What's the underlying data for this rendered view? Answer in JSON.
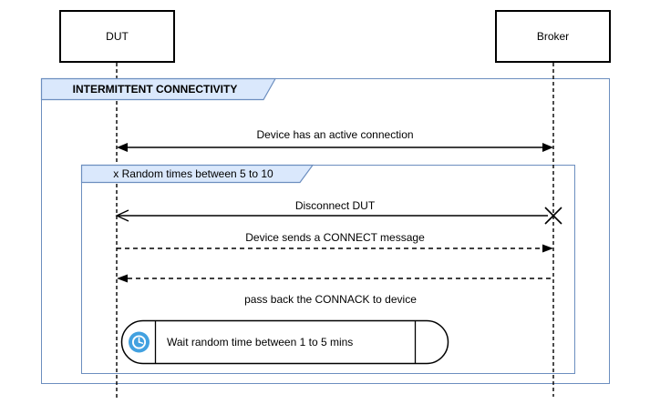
{
  "diagram": {
    "type": "uml-sequence",
    "actors": {
      "dut": "DUT",
      "broker": "Broker"
    },
    "frames": {
      "outer": {
        "label": "INTERMITTENT CONNECTIVITY"
      },
      "loop": {
        "label": "x Random times between 5 to 10"
      }
    },
    "messages": {
      "active_connection": {
        "label": "Device has an active connection",
        "style": "solid-bidirectional"
      },
      "disconnect": {
        "label": "Disconnect DUT",
        "style": "solid-open-arrow-with-destroy-x"
      },
      "connect": {
        "label": "Device sends a CONNECT message",
        "style": "dashed-right"
      },
      "connack_return": {
        "label": "",
        "style": "dashed-left"
      },
      "connack_note": {
        "label": "pass back the CONNACK to device"
      }
    },
    "wait_activity": {
      "icon": "clock-icon",
      "label": "Wait random time between 1 to 5 mins"
    },
    "colors": {
      "frame_border": "#6c8ebf",
      "frame_header_fill": "#dae8fc",
      "shape_border": "#000000",
      "clock_fill": "#42a1e0",
      "clock_glyph": "#ffffff",
      "background": "#ffffff"
    }
  }
}
